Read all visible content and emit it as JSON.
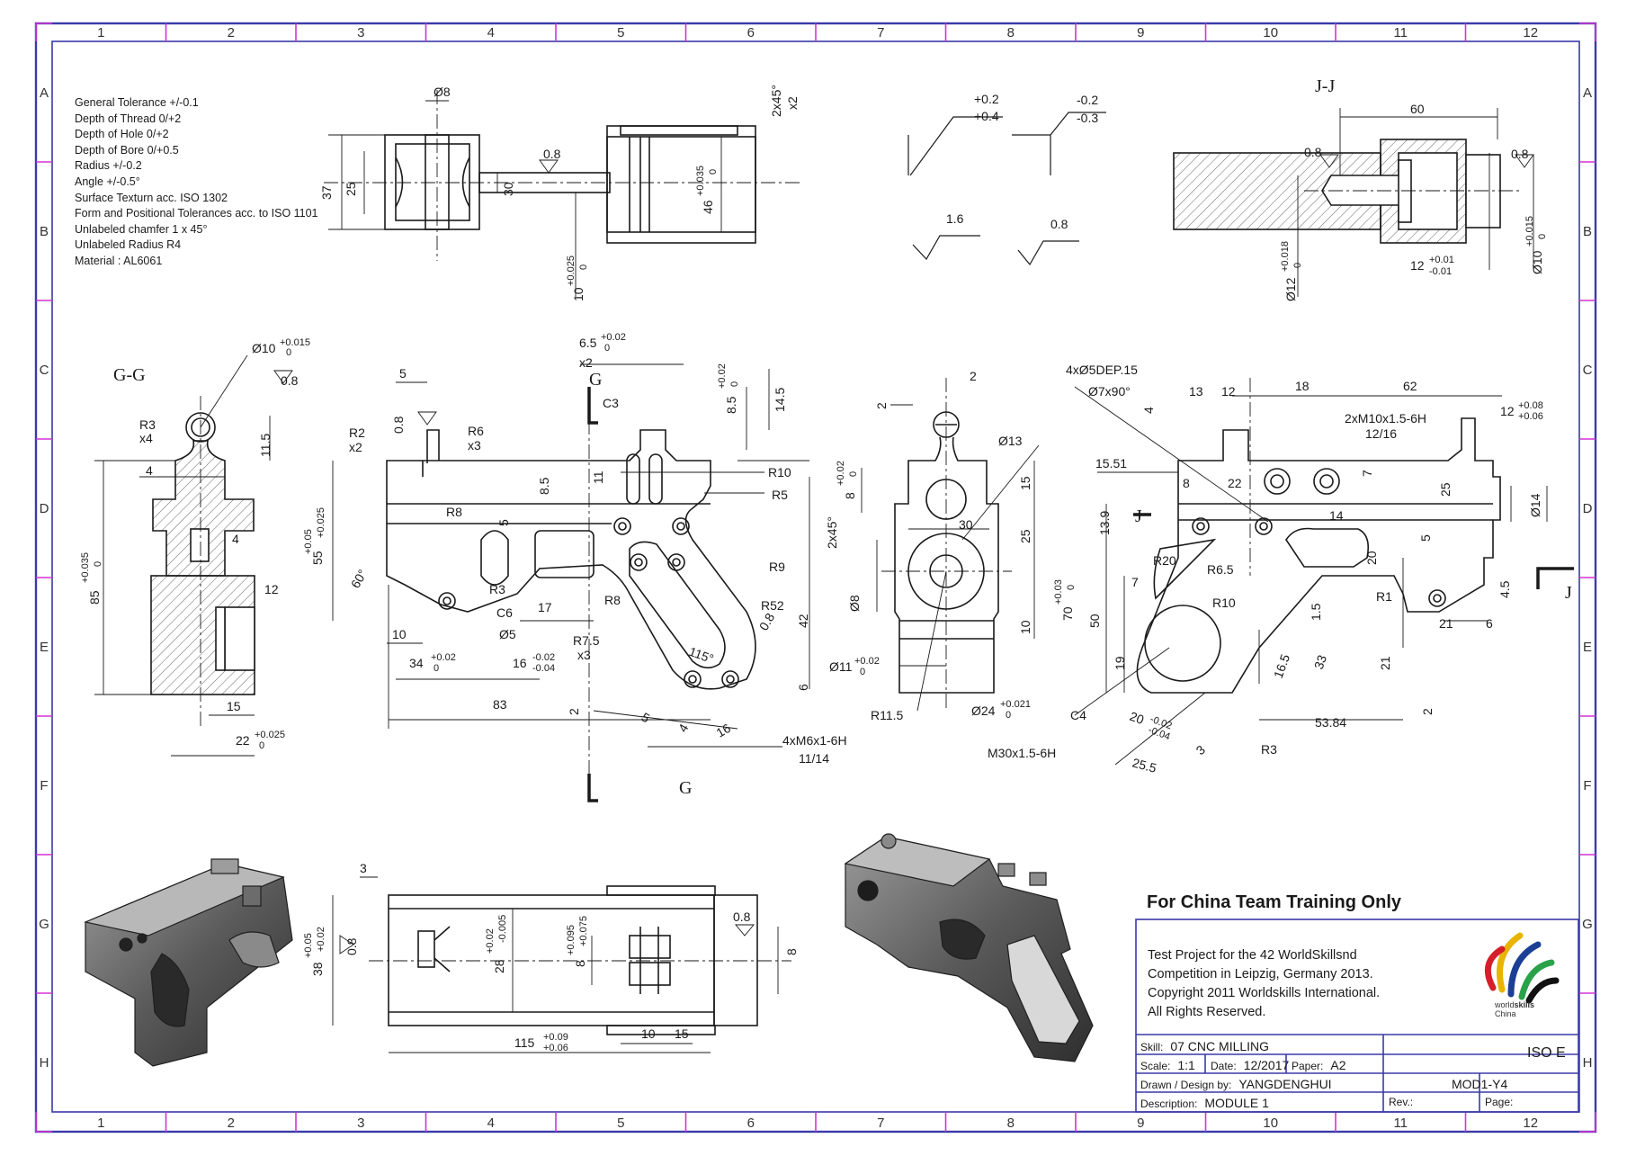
{
  "zones": {
    "columns": [
      "1",
      "2",
      "3",
      "4",
      "5",
      "6",
      "7",
      "8",
      "9",
      "10",
      "11",
      "12"
    ],
    "rows": [
      "A",
      "B",
      "C",
      "D",
      "E",
      "F",
      "G",
      "H"
    ]
  },
  "notes": [
    "General Tolerance +/-0.1",
    "Depth of Thread 0/+2",
    "Depth of Hole 0/+2",
    "Depth of Bore 0/+0.5",
    "Radius +/-0.2",
    "Angle +/-0.5°",
    "Surface Texturn acc. ISO 1302",
    "Form and Positional Tolerances acc. to ISO 1101",
    "Unlabeled chamfer 1 x 45°",
    "Unlabeled Radius R4",
    "Material : AL6061"
  ],
  "views": {
    "jj": "J-J",
    "gg": "G-G",
    "cut_g": "G",
    "cut_j": "J"
  },
  "dimensions": {
    "top_view": [
      "Ø8",
      "0.8",
      "37",
      "25",
      "30",
      "46",
      "+0.035",
      "0",
      "10",
      "+0.025",
      "0",
      "2x45°",
      "x2"
    ],
    "tolerance_symbols": [
      "+0.2",
      "+0.4",
      "-0.2",
      "-0.3",
      "1.6",
      "0.8"
    ],
    "jj_view": [
      "60",
      "0.8",
      "0.8",
      "Ø12",
      "+0.018",
      "0",
      "12",
      "+0.01",
      "-0.01",
      "Ø10",
      "+0.015",
      "0"
    ],
    "gg_view": [
      "Ø10",
      "+0.015",
      "0",
      "0.8",
      "R3",
      "x4",
      "11.5",
      "4",
      "4",
      "12",
      "85",
      "+0.035",
      "0",
      "15",
      "22",
      "+0.025",
      "0"
    ],
    "front_view": [
      "5",
      "0.8",
      "R2",
      "x2",
      "R6",
      "x3",
      "6.5",
      "+0.02",
      "0",
      "x2",
      "C3",
      "8.5",
      "+0.02",
      "0",
      "14.5",
      "11",
      "8.5",
      "R10",
      "R5",
      "R8",
      "5",
      "55",
      "+0.05",
      "+0.025",
      "60°",
      "R3",
      "C6",
      "17",
      "R8",
      "R9",
      "Ø5",
      "10",
      "34",
      "+0.02",
      "0",
      "16",
      "-0.02",
      "-0.04",
      "R7.5",
      "x3",
      "R52",
      "0.8",
      "115°",
      "42",
      "6",
      "83",
      "2",
      "5",
      "4",
      "16",
      "4xM6x1-6H",
      "11/14"
    ],
    "side_view": [
      "2",
      "2",
      "Ø13",
      "8",
      "+0.02",
      "0",
      "15",
      "30",
      "2x45°",
      "25",
      "Ø8",
      "10",
      "Ø11",
      "+0.02",
      "0",
      "R11.5",
      "Ø24",
      "+0.021",
      "0",
      "M30x1.5-6H"
    ],
    "rear_view": [
      "4xØ5DEP.15",
      "Ø7x90°",
      "4",
      "13",
      "12",
      "18",
      "62",
      "12",
      "+0.08",
      "+0.06",
      "2xM10x1.5-6H",
      "12/16",
      "15.51",
      "8",
      "22",
      "7",
      "25",
      "Ø14",
      "13.9",
      "14",
      "5",
      "R20",
      "R6.5",
      "20",
      "7",
      "R10",
      "R1",
      "4.5",
      "70",
      "+0.03",
      "0",
      "50",
      "1.5",
      "21",
      "6",
      "19",
      "16.5",
      "33",
      "21",
      "C4",
      "20",
      "-0.02",
      "-0.04",
      "3",
      "53.84",
      "2",
      "25.5",
      "R3"
    ],
    "bottom_view": [
      "3",
      "0.8",
      "38",
      "+0.05",
      "+0.02",
      "0.8",
      "28",
      "+0.02",
      "-0.005",
      "8",
      "+0.095",
      "+0.075",
      "8",
      "10",
      "15",
      "115",
      "+0.09",
      "+0.06"
    ]
  },
  "stamp": {
    "headline": "For China Team Training Only",
    "lines": [
      "Test Project for the 42 WorldSkillsnd",
      "Competition in Leipzig, Germany 2013.",
      "Copyright 2011 Worldskills International.",
      "All Rights Reserved."
    ],
    "logo_text_1": "world",
    "logo_text_2": "skills",
    "logo_text_3": "China",
    "logo_colors": [
      "#e8b400",
      "#1b3f95",
      "#d61e2a",
      "#2aa24a",
      "#111111"
    ]
  },
  "title_block": {
    "skill_label": "Skill:",
    "skill_value": "07 CNC MILLING",
    "scale_label": "Scale:",
    "scale_value": "1:1",
    "date_label": "Date:",
    "date_value": "12/2017",
    "paper_label": "Paper:",
    "paper_value": "A2",
    "standard": "ISO E",
    "drawn_label": "Drawn / Design by:",
    "drawn_value": "YANGDENGHUI",
    "drawing_no": "MOD1-Y4",
    "description_label": "Description:",
    "description_value": "MODULE 1",
    "rev_label": "Rev.:",
    "page_label": "Page:"
  },
  "colors": {
    "outer_border": "#3a3aa8",
    "zone_ticks": "#d234d2",
    "line": "#1a1a1a",
    "hatch": "#555555",
    "render_dark": "#3d3d3d",
    "render_mid": "#7a7a7a",
    "render_light": "#c9c9c9"
  }
}
